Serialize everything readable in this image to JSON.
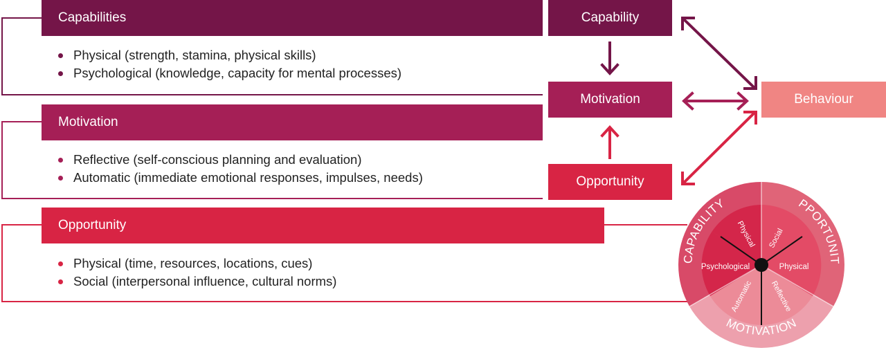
{
  "colors": {
    "capability": "#741548",
    "motivation": "#a51f56",
    "opportunity": "#d82444",
    "behaviour": "#f08583"
  },
  "sections": {
    "capabilities": {
      "title": "Capabilities",
      "bullets": [
        "Physical (strength, stamina, physical skills)",
        "Psychological (knowledge, capacity for mental processes)"
      ]
    },
    "motivation": {
      "title": "Motivation",
      "bullets": [
        "Reflective (self-conscious planning and evaluation)",
        "Automatic (immediate emotional responses, impulses, needs)"
      ]
    },
    "opportunity": {
      "title": "Opportunity",
      "bullets": [
        "Physical (time, resources, locations, cues)",
        "Social (interpersonal influence, cultural norms)"
      ]
    }
  },
  "com_b": {
    "capability": "Capability",
    "motivation": "Motivation",
    "opportunity": "Opportunity",
    "behaviour": "Behaviour"
  },
  "wheel": {
    "outer": {
      "capability": "CAPABILITY",
      "opportunity": "OPPORTUNITY",
      "motivation": "MOTIVATION"
    },
    "segments": {
      "cap_physical": "Physical",
      "cap_psychological": "Psychological",
      "opp_social": "Social",
      "opp_physical": "Physical",
      "mot_reflective": "Reflective",
      "mot_automatic": "Automatic"
    }
  }
}
